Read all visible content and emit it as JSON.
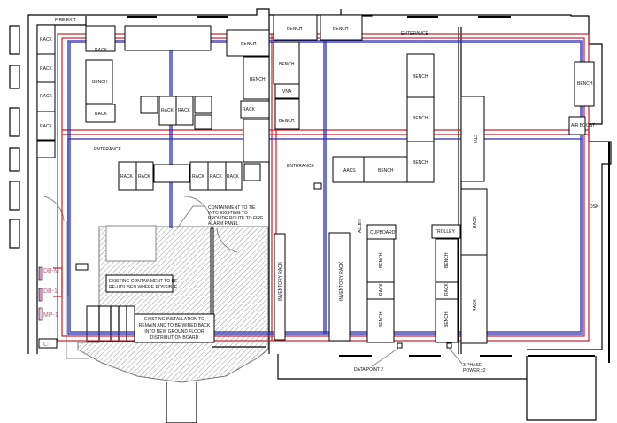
{
  "title": "Ground floor layout plan with containment routes",
  "labels": {
    "fire_exit": "FIRE EXIT",
    "rack": "RACK",
    "bench": "BENCH",
    "entrance": "ENTERANCE",
    "vna": "VNA",
    "aacs": "AACS",
    "cupboard": "CUPBOARD",
    "trolley": "TROLLEY",
    "alley": "ALLEY",
    "inventory_rack": "INVENTORY RACK",
    "air_booster": "AIR BOOST",
    "desk": "DSK",
    "fto": "FTO"
  },
  "panels": {
    "db_m": "DB-M",
    "db_1": "DB-1",
    "mp_1": "MP-1",
    "ct": "CT"
  },
  "annotations": {
    "containment_tie": [
      "CONTAINMENT TO TIE",
      "INTO EXISTING TO",
      "PROVIDE ROUTE TO FIRE",
      "ALARM PANEL"
    ],
    "existing_containment": [
      "EXISTING CONTAINMENT TO BE",
      "RE-UTILISED WHERE POSSIBLE"
    ],
    "existing_installation": [
      "EXISTING INSTALLATION TO",
      "REMAIN AND TO BE WIRED BACK",
      "INTO NEW GROUND FLOOR",
      "DISTRIBUTION BOARD"
    ],
    "data_point": "DATA POINT 2",
    "three_phase": [
      "3 PHASE",
      "POWER x2"
    ]
  },
  "colors": {
    "red_route": "#c8202a",
    "blue_route": "#2a2ab0"
  }
}
